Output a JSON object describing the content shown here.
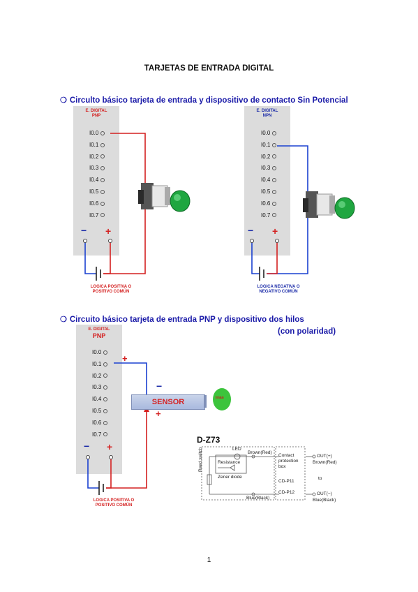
{
  "title": "TARJETAS DE ENTRADA DIGITAL",
  "sections": [
    {
      "bullet": "❍",
      "text": "Circulto básico tarjeta de entrada y dispositivo de contacto Sin Potencial"
    },
    {
      "bullet": "❍",
      "text": "Circuito básico  tarjeta de entrada PNP y dispositivo dos hilos"
    }
  ],
  "polarity_note": "(con polaridad)",
  "cards": [
    {
      "head1": "E. DIGITAL",
      "head2": "PNP",
      "head_color": "#d42020"
    },
    {
      "head1": "E. DIGITAL",
      "head2": "NPN",
      "head_color": "#1a2aa8"
    },
    {
      "head1": "E. DIGITAL",
      "head2": "PNP",
      "head_color": "#d42020"
    }
  ],
  "inputs": [
    "I0.0",
    "I0.1",
    "I0.2",
    "I0.3",
    "I0.4",
    "I0.5",
    "I0.6",
    "I0.7"
  ],
  "signs": {
    "minus": "−",
    "plus": "+"
  },
  "logic_labels": [
    {
      "l1": "LOGICA POSITIVA O",
      "l2": "POSITIVO COMÚN",
      "color": "#d42020"
    },
    {
      "l1": "LOGICA NEGATIVA O",
      "l2": "NEGATIVO COMÚN",
      "color": "#1a2aa8"
    },
    {
      "l1": "LOGICA POSITIVA O",
      "l2": "POSITIVO COMÚN",
      "color": "#d42020"
    }
  ],
  "sensor": {
    "label": "SENSOR",
    "magnet": "Imán"
  },
  "dz73": {
    "model": "D-Z73",
    "led": "LED",
    "resistance": "Resistance",
    "zener": "Zener diode",
    "reed": "Reed switch",
    "brown_red": "Brown(Red)",
    "blue_black": "Blue(Black)",
    "contact1": "Contact",
    "contact2": "protection",
    "contact3": "box",
    "cdp11": "CD-P11",
    "cdp12": "CD-P12",
    "out_plus": "OUT(+)",
    "out_plus_col": "Brown(Red)",
    "to": "to",
    "out_minus": "OUT(−)",
    "out_minus_col": "Blue(Black)"
  },
  "page_number": "1",
  "colors": {
    "red_wire": "#d42020",
    "blue_wire": "#1a40d0",
    "card": "#dcdcdc",
    "button_green": "#1fa640",
    "magnet": "#3cc43c"
  }
}
